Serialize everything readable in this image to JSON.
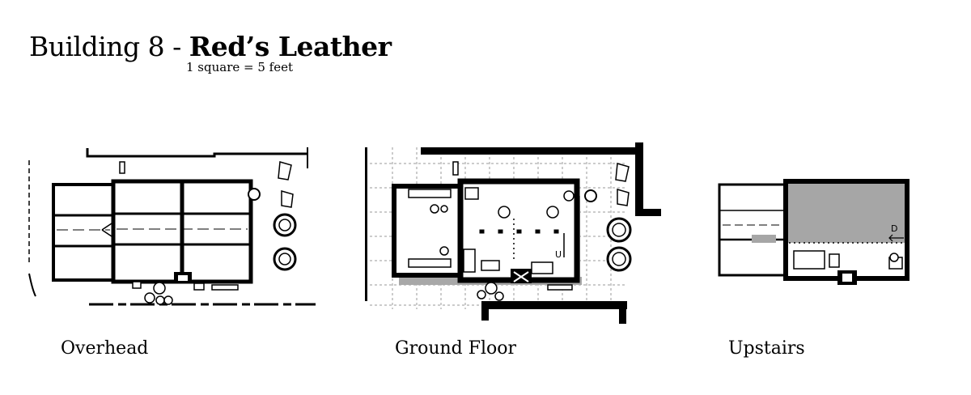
{
  "title": {
    "prefix": "Building 8 - ",
    "name": "Red’s Leather"
  },
  "scale_note": "1 square = 5 feet",
  "maps": [
    {
      "caption": "Overhead"
    },
    {
      "caption": "Ground Floor"
    },
    {
      "caption": "Upstairs"
    }
  ],
  "map_labels": {
    "ground_stair_marker": "U",
    "upstairs_stair_marker": "D"
  },
  "colors": {
    "ink": "#000000",
    "paper": "#ffffff",
    "grid": "#9a9a9a",
    "wall_shadow": "#a8a8a8",
    "open_floor_fill": "#a6a6a6"
  }
}
